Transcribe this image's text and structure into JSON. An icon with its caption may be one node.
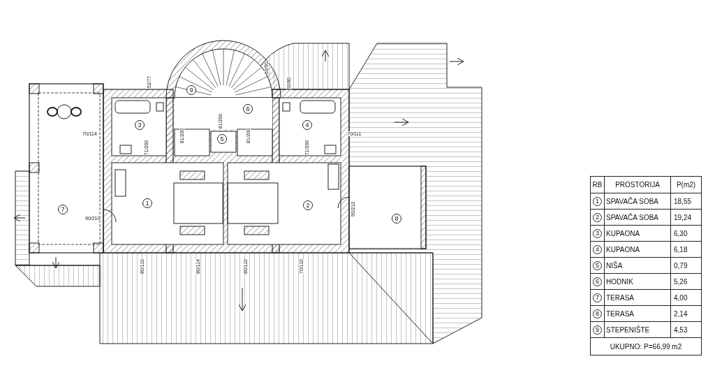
{
  "diagram": {
    "labels": [
      "9",
      "6",
      "3",
      "4",
      "5",
      "1",
      "7",
      "2",
      "8",
      "52/77",
      "60/90",
      "60/80",
      "70/114",
      "81/200",
      "81/200",
      "81/200",
      "71/200",
      "71/200",
      "70/111",
      "90/210",
      "90/210",
      "80/110",
      "80/114",
      "80/110",
      "70/110",
      "RB",
      "PROSTORIJA",
      "P(m2)",
      "1",
      "SPAVAČA SOBA",
      "18,55",
      "2",
      "SPAVAČA SOBA",
      "19,24",
      "3",
      "KUPAONA",
      "6,30",
      "4",
      "KUPAONA",
      "6,18",
      "5",
      "NIŠA",
      "0,79",
      "6",
      "HODNIK",
      "5,26",
      "7",
      "TERASA",
      "4,00",
      "8",
      "TERASA",
      "2,14",
      "9",
      "STEPENIŠTE",
      "4,53",
      "UKUPNO: P=66,99 m2"
    ]
  }
}
